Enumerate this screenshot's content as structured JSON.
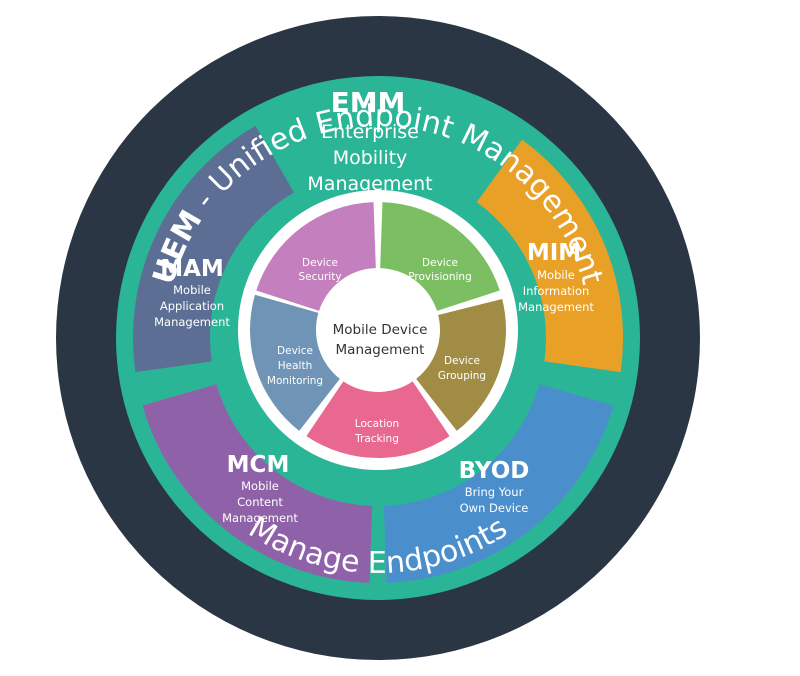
{
  "outer_ring": {
    "title_bold": "UEM",
    "title_rest": " - Unified Endpoint Management",
    "bottom_text": "Manage Endpoints"
  },
  "segments": {
    "emm": {
      "abbr": "EMM",
      "lines": [
        "Enterprise",
        "Mobility",
        "Management"
      ]
    },
    "mim": {
      "abbr": "MIM",
      "lines": [
        "Mobile",
        "Information",
        "Management"
      ]
    },
    "byod": {
      "abbr": "BYOD",
      "lines": [
        "Bring Your",
        "Own Device"
      ]
    },
    "mcm": {
      "abbr": "MCM",
      "lines": [
        "Mobile",
        "Content",
        "Management"
      ]
    },
    "mam": {
      "abbr": "MAM",
      "lines": [
        "Mobile",
        "Application",
        "Management"
      ]
    }
  },
  "mdm": {
    "center_lines": [
      "Mobile Device",
      "Management"
    ],
    "provisioning": [
      "Device",
      "Provisioning"
    ],
    "grouping": [
      "Device",
      "Grouping"
    ],
    "location": [
      "Location",
      "Tracking"
    ],
    "health": [
      "Device",
      "Health",
      "Monitoring"
    ],
    "security": [
      "Device",
      "Security"
    ]
  },
  "colors": {
    "outer_ring": "#2b3645",
    "teal": "#2bb597",
    "mim": "#e9a026",
    "byod": "#4a8ecc",
    "mcm": "#8f61a8",
    "mam": "#5d6e95",
    "provisioning": "#7cbf63",
    "grouping": "#a18c45",
    "location": "#e8688f",
    "health": "#6f94b5",
    "security": "#c47fbf",
    "white": "#ffffff",
    "center_text": "#333333"
  }
}
